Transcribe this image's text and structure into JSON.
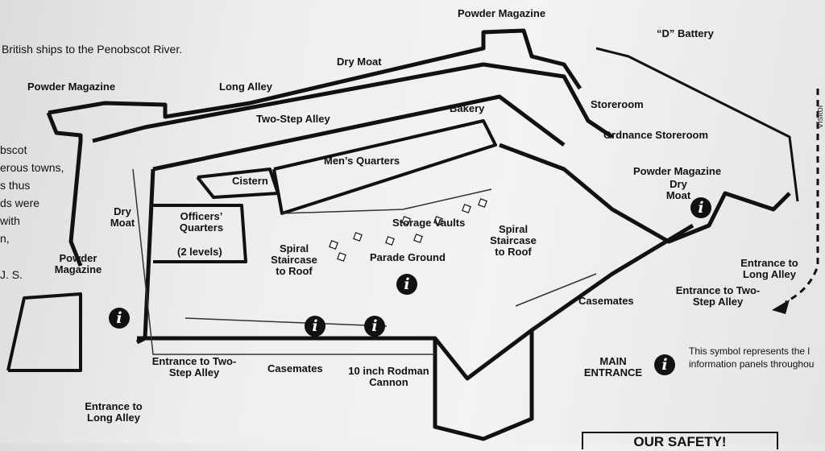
{
  "intro_text": {
    "top_line": "British ships to the Penobscot River.",
    "left_fragments": [
      "bscot",
      "erous towns,",
      "s thus",
      "ds were",
      " with",
      "n,",
      "J. S."
    ]
  },
  "labels": {
    "powder_magazine_top": "Powder Magazine",
    "d_battery": "“D” Battery",
    "dry_moat_top": "Dry Moat",
    "powder_magazine_nw": "Powder Magazine",
    "long_alley": "Long Alley",
    "two_step_alley": "Two-Step Alley",
    "bakery": "Bakery",
    "storeroom": "Storeroom",
    "ordnance_storeroom": "Ordnance Storeroom",
    "mens_quarters": "Men’s Quarters",
    "cistern": "Cistern",
    "powder_magazine_e": "Powder Magazine",
    "dry_moat_e": "Dry Moat",
    "dry_moat_w": "Dry Moat",
    "officers_quarters": "Officers’ Quarters",
    "two_levels": "(2 levels)",
    "storage_vaults": "Storage Vaults",
    "spiral_staircase_e": "Spiral Staircase to Roof",
    "spiral_staircase_w": "Spiral Staircase to Roof",
    "parade_ground": "Parade Ground",
    "powder_magazine_sw": "Powder Magazine",
    "entrance_long_alley_e": "Entrance to Long Alley",
    "entrance_two_step_e": "Entrance to Two-Step Alley",
    "casemates_e": "Casemates",
    "casemates_s": "Casemates",
    "entrance_two_step_w": "Entrance to Two-Step Alley",
    "rodman_cannon": "10 inch Rodman Cannon",
    "entrance_long_alley_w": "Entrance to Long Alley",
    "main_entrance": "MAIN ENTRANCE",
    "visitor_center": "Visitor Center"
  },
  "legend": {
    "info_symbol": "i",
    "line1": "This symbol represents the l",
    "line2": "information panels throughou"
  },
  "footer": {
    "safety": "OUR SAFETY!"
  }
}
